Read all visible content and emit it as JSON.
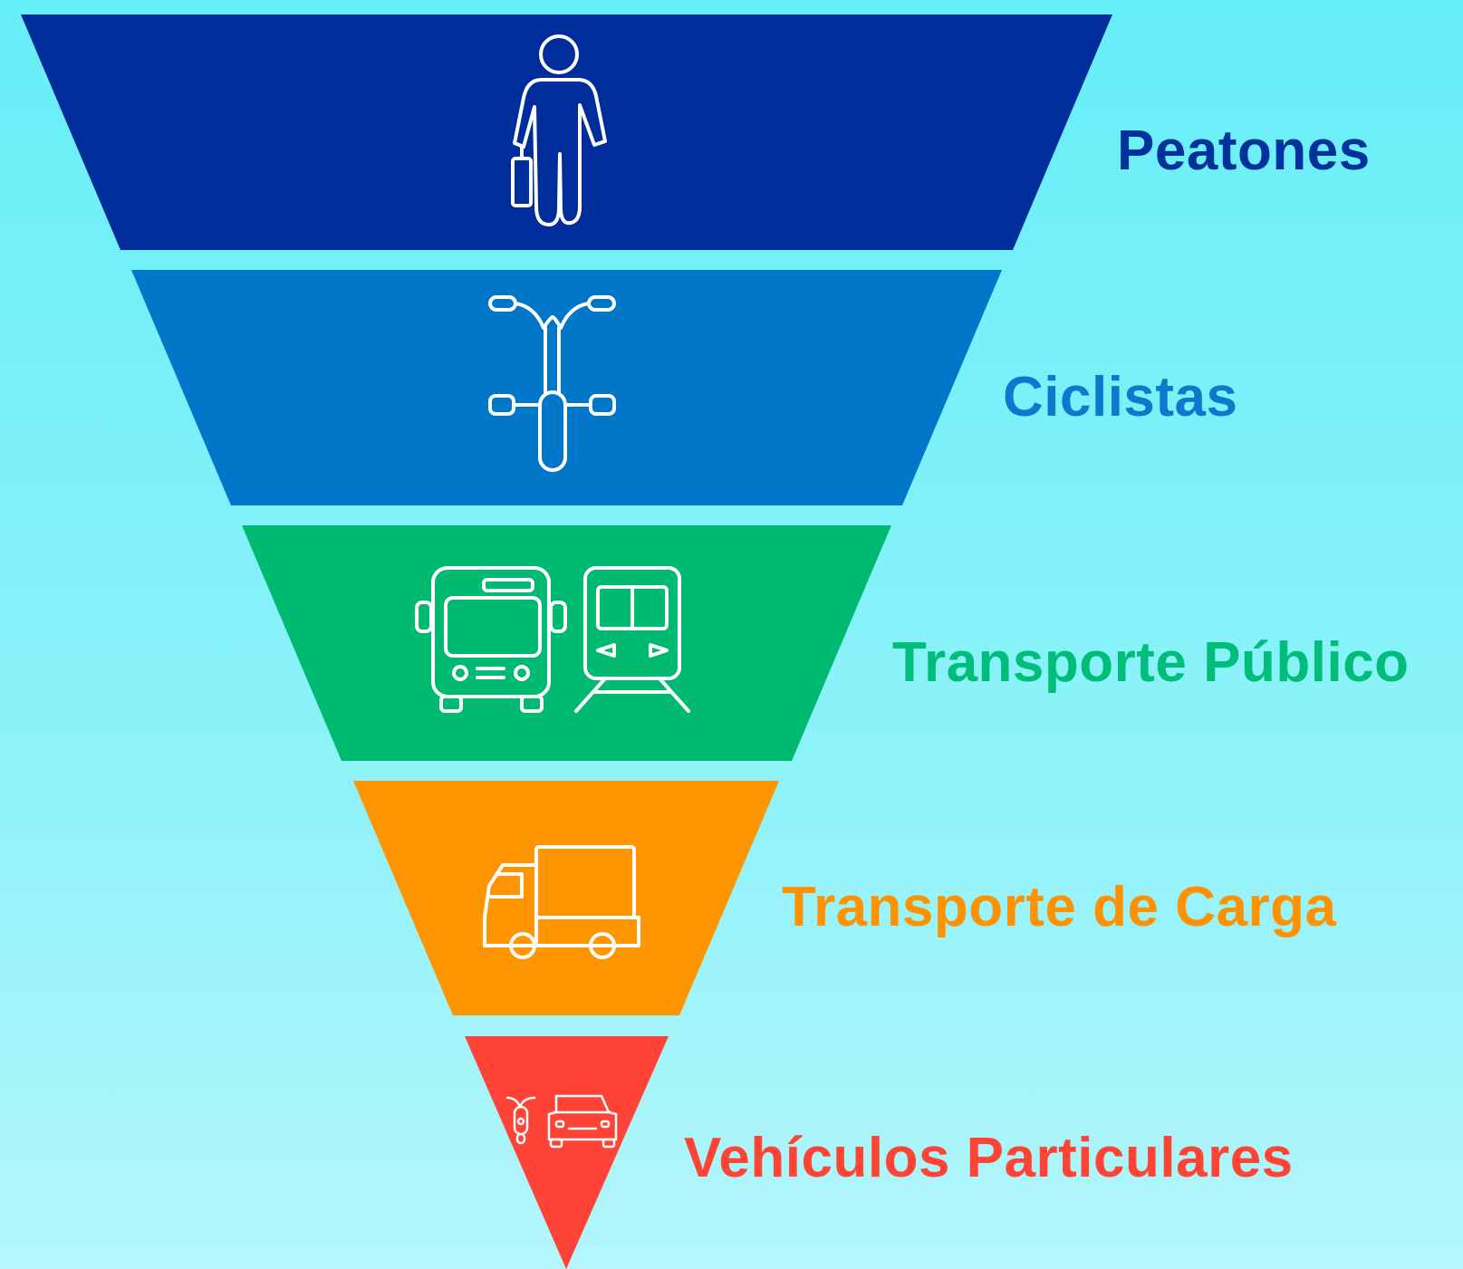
{
  "colors": {
    "background": "#7DF0F8"
  },
  "tiers": [
    {
      "label": "Peatones",
      "color": "#002D9C",
      "text_color": "#00329B",
      "icon": "pedestrian-icon"
    },
    {
      "label": "Ciclistas",
      "color": "#0077C8",
      "text_color": "#0A7ACD",
      "icon": "bicycle-icon"
    },
    {
      "label": "Transporte Público",
      "color": "#00BA72",
      "text_color": "#00BE7A",
      "icon": "bus-and-train-icon"
    },
    {
      "label": "Transporte de Carga",
      "color": "#FF9500",
      "text_color": "#FF9200",
      "icon": "truck-icon"
    },
    {
      "label": "Vehículos Particulares",
      "color": "#FF4336",
      "text_color": "#FF4334",
      "icon": "scooter-and-car-icon"
    }
  ]
}
